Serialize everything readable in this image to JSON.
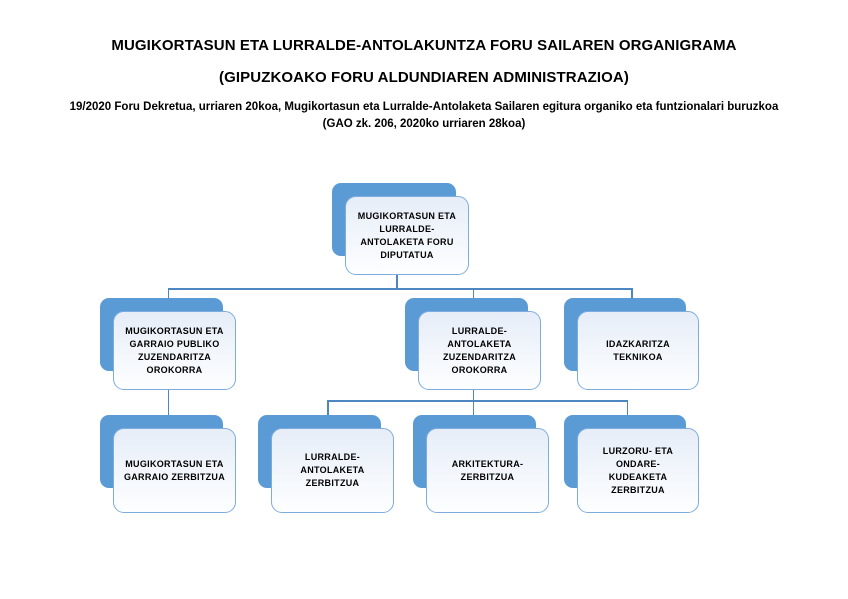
{
  "header": {
    "title_line1": "MUGIKORTASUN ETA LURRALDE-ANTOLAKUNTZA FORU SAILAREN ORGANIGRAMA",
    "title_line2": "(GIPUZKOAKO FORU ALDUNDIAREN ADMINISTRAZIOA)",
    "decree_line1": "19/2020 Foru Dekretua, urriaren 20koa, Mugikortasun eta Lurralde-Antolaketa Sailaren egitura organiko eta funtzionalari buruzkoa",
    "decree_line2": "(GAO zk. 206, 2020ko urriaren 28koa)"
  },
  "colors": {
    "node_shadow_blue": "#5B9BD5",
    "node_border_blue": "#7FACDF",
    "node_fill_light_blue": "#E6EDF8",
    "connector_blue": "#4E86C2",
    "text_black": "#000000",
    "page_background": "#FFFFFF"
  },
  "org_chart": {
    "nodes": {
      "root": {
        "label": "MUGIKORTASUN ETA\nLURRALDE-\nANTOLAKETA FORU\nDIPUTATUA",
        "level": 1,
        "parent": null
      },
      "dg_mugikortasun": {
        "label": "MUGIKORTASUN ETA\nGARRAIO PUBLIKO\nZUZENDARITZA\nOROKORRA",
        "level": 2,
        "parent": "root"
      },
      "dg_lurralde": {
        "label": "LURRALDE-\nANTOLAKETA\nZUZENDARITZA\nOROKORRA",
        "level": 2,
        "parent": "root"
      },
      "idazkaritza": {
        "label": "IDAZKARITZA\nTEKNIKOA",
        "level": 2,
        "parent": "root"
      },
      "svc_garraio": {
        "label": "MUGIKORTASUN ETA\nGARRAIO ZERBITZUA",
        "level": 3,
        "parent": "dg_mugikortasun"
      },
      "svc_lurralde": {
        "label": "LURRALDE-\nANTOLAKETA\nZERBITZUA",
        "level": 3,
        "parent": "dg_lurralde"
      },
      "svc_arkitektura": {
        "label": "ARKITEKTURA-\nZERBITZUA",
        "level": 3,
        "parent": "dg_lurralde"
      },
      "svc_lurzoru": {
        "label": "LURZORU- ETA\nONDARE-\nKUDEAKETA\nZERBITZUA",
        "level": 3,
        "parent": "dg_lurralde"
      }
    }
  }
}
